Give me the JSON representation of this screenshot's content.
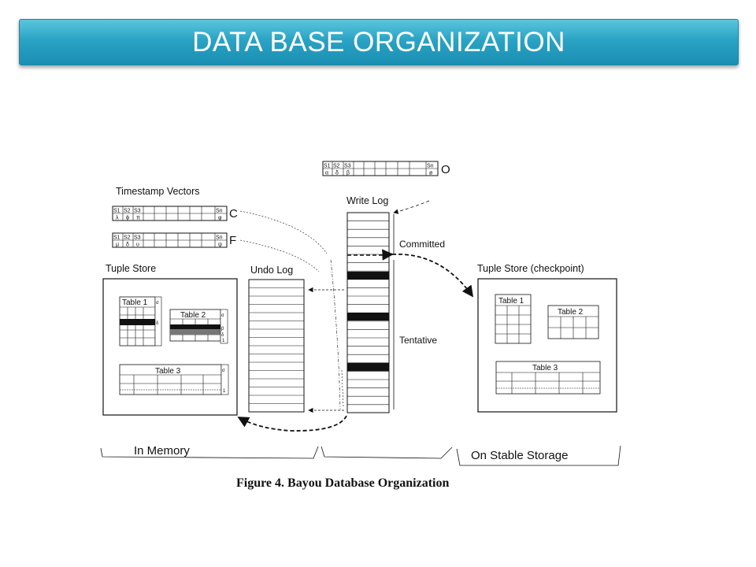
{
  "header": {
    "title": "DATA BASE ORGANIZATION"
  },
  "figure": {
    "caption": "Figure 4.  Bayou Database Organization",
    "labels": {
      "timestamp_vectors": "Timestamp Vectors",
      "write_log": "Write Log",
      "committed": "Committed",
      "tentative": "Tentative",
      "undo_log": "Undo Log",
      "tuple_store": "Tuple Store",
      "tuple_store_checkpoint": "Tuple Store (checkpoint)",
      "in_memory": "In Memory",
      "on_stable_storage": "On Stable Storage"
    },
    "vectors": {
      "o": {
        "name": "O",
        "heads": [
          "S1",
          "S2",
          "S3",
          "Sn"
        ],
        "vals": [
          "α",
          "δ",
          "β",
          "ø"
        ]
      },
      "c": {
        "name": "C",
        "heads": [
          "S1",
          "S2",
          "S3",
          "Sn"
        ],
        "vals": [
          "λ",
          "ϕ",
          "π",
          "φ"
        ]
      },
      "f": {
        "name": "F",
        "heads": [
          "S1",
          "S2",
          "S3",
          "Sn"
        ],
        "vals": [
          "μ",
          "δ",
          "υ",
          "ψ"
        ]
      }
    },
    "tables": {
      "mem_t1": "Table 1",
      "mem_t2": "Table 2",
      "mem_t3": "Table 3",
      "ck_t1": "Table 1",
      "ck_t2": "Table 2",
      "ck_t3": "Table 3"
    },
    "side_marks": {
      "t1": [
        "σ",
        "δ"
      ],
      "t2": [
        "σ",
        "β",
        "δ",
        "1"
      ],
      "t3": [
        "σ",
        "1"
      ]
    }
  }
}
